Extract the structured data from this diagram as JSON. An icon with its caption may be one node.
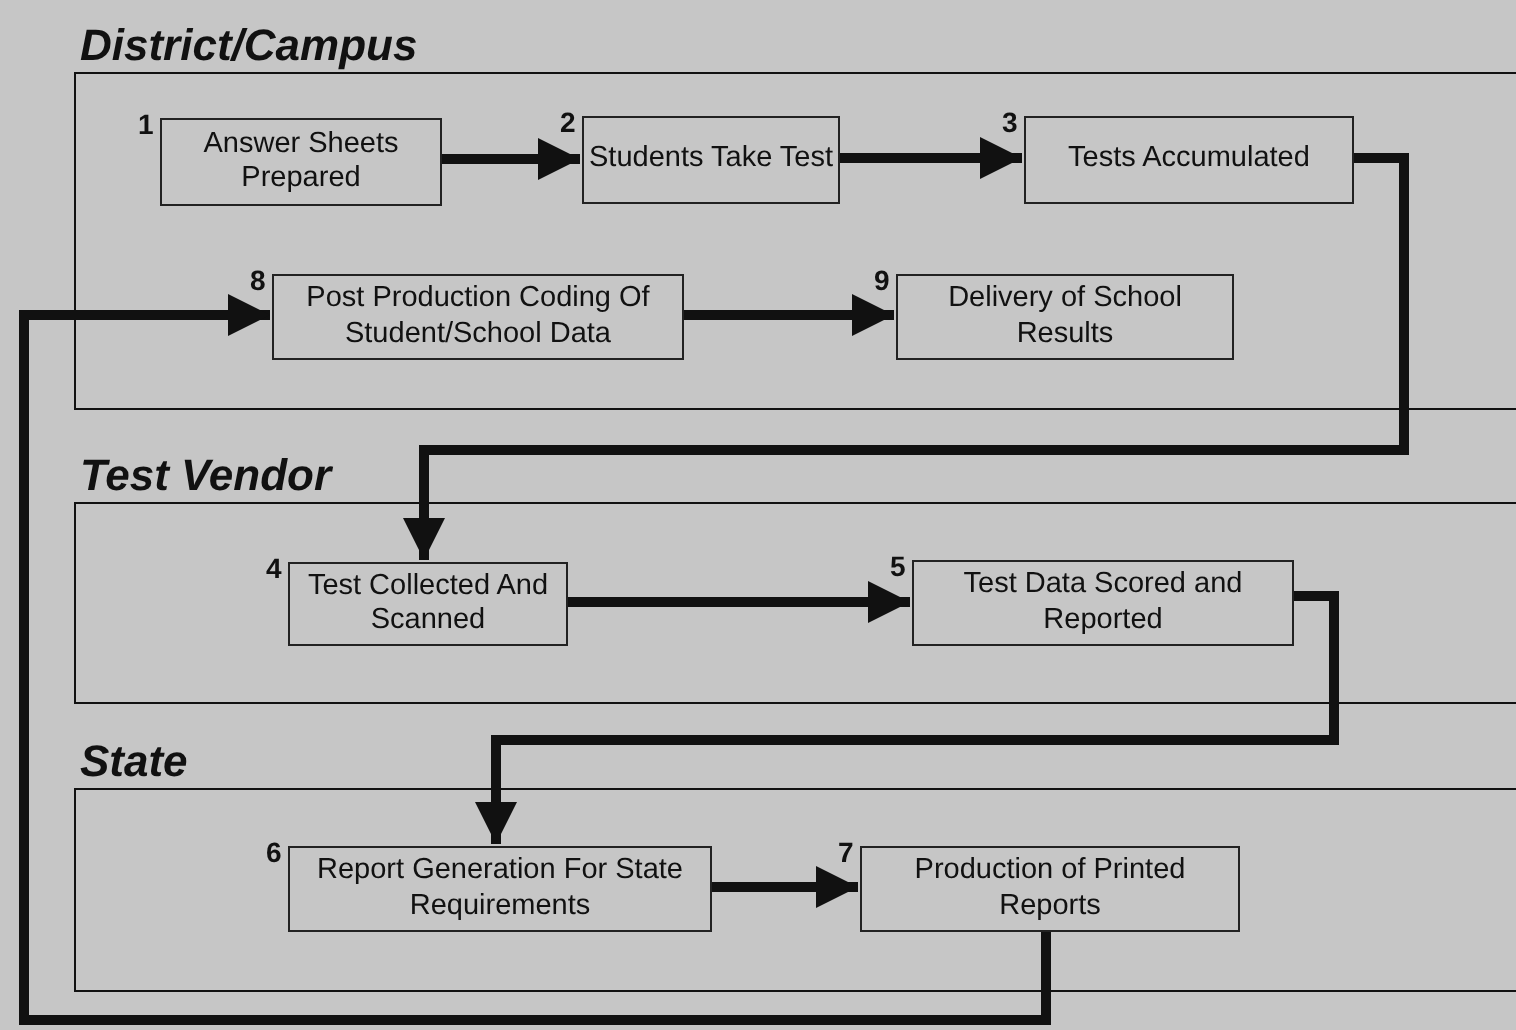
{
  "diagram": {
    "nodes": [
      {
        "text": [
          "District/Campus"
        ]
      },
      {
        "text": [
          "Answer Sheets Prepared"
        ],
        "beside": [
          "1"
        ],
        "in": 0
      },
      {
        "text": [
          "Students Take Test"
        ],
        "beside": [
          "2"
        ],
        "in": 0
      },
      {
        "text": [
          "Tests Accumulated"
        ],
        "beside": [
          "3"
        ],
        "in": 0
      },
      {
        "text": [
          "Post Production Coding Of Student/School Data"
        ],
        "beside": [
          "8"
        ],
        "in": 0
      },
      {
        "text": [
          "Delivery of School Results"
        ],
        "beside": [
          "9"
        ],
        "in": 0
      },
      {
        "text": [
          "Test Vendor"
        ]
      },
      {
        "text": [
          "Test Collected And Scanned"
        ],
        "beside": [
          "4"
        ],
        "in": 6
      },
      {
        "text": [
          "Test Data Scored and Reported"
        ],
        "beside": [
          "5"
        ],
        "in": 6
      },
      {
        "text": [
          "State"
        ]
      },
      {
        "text": [
          "Report Generation For State Requirements"
        ],
        "beside": [
          "6"
        ],
        "in": 9
      },
      {
        "text": [
          "Production of Printed Reports"
        ],
        "beside": [
          "7"
        ],
        "in": 9
      }
    ],
    "edges": [
      {
        "from": 1,
        "to": 2,
        "arrow": "to"
      },
      {
        "from": 2,
        "to": 3,
        "arrow": "to"
      },
      {
        "from": 3,
        "to": 7,
        "arrow": "to"
      },
      {
        "from": 7,
        "to": 8,
        "arrow": "to"
      },
      {
        "from": 8,
        "to": 10,
        "arrow": "to"
      },
      {
        "from": 10,
        "to": 11,
        "arrow": "to"
      },
      {
        "from": 11,
        "to": 4,
        "arrow": "to"
      },
      {
        "from": 4,
        "to": 5,
        "arrow": "to"
      }
    ]
  }
}
